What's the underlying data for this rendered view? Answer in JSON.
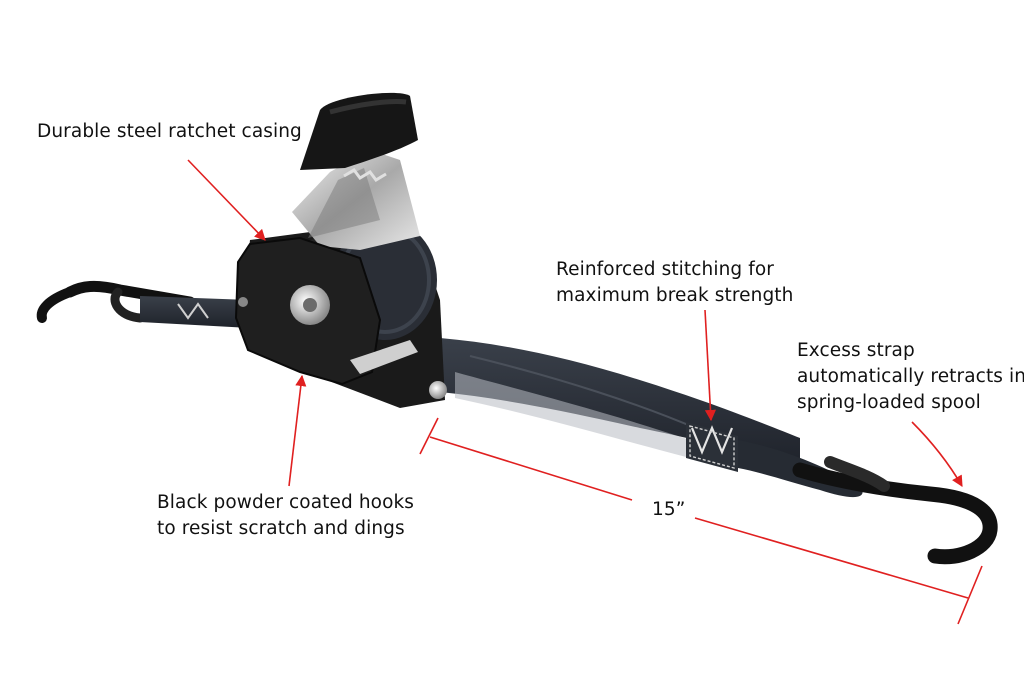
{
  "callouts": {
    "casing": {
      "lines": [
        "Durable steel ratchet casing"
      ]
    },
    "stitching": {
      "lines": [
        "Reinforced stitching for",
        "maximum break strength"
      ]
    },
    "strap": {
      "lines": [
        "Excess strap",
        "automatically retracts in",
        "spring-loaded spool"
      ]
    },
    "hooks": {
      "lines": [
        "Black powder coated hooks",
        "to resist scratch and dings"
      ]
    }
  },
  "dimension": {
    "label": "15”"
  },
  "colors": {
    "annotation": "#e02020",
    "strap": "#2a2f38",
    "steel": "#c9c9c9",
    "body": "#1b1b1b"
  }
}
